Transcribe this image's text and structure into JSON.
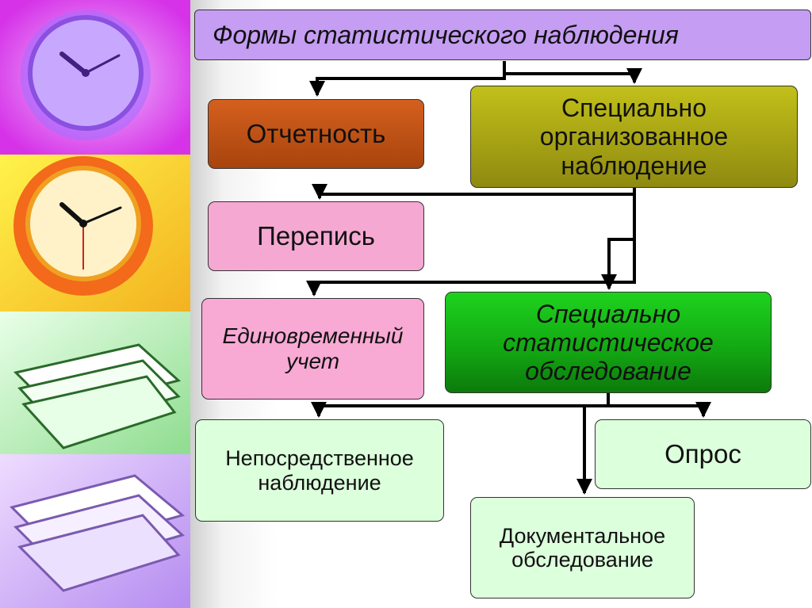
{
  "colors": {
    "title": "#c59df2",
    "reporting": "#d4601e",
    "special_org": "#c2c01a",
    "census": "#f5a8d2",
    "one_time": "#f8a9d4",
    "special_stat": "#12a512",
    "light_green": "#dcffdc",
    "connector": "#000000"
  },
  "icons": [
    "clock-purple",
    "clock-orange",
    "paper-stack-green",
    "paper-stack-violet"
  ],
  "title": "Формы статистического наблюдения",
  "nodes": {
    "reporting": "Отчетность",
    "special_org": "Специально\nорганизованное\nнаблюдение",
    "census": "Перепись",
    "one_time": "Единовременный\nучет",
    "special_stat": "Специально\nстатистическое\nобследование",
    "direct": "Непосредственное\nнаблюдение",
    "survey": "Опрос",
    "documentary": "Документальное\nобследование"
  },
  "edges": [
    [
      "title",
      "reporting"
    ],
    [
      "title",
      "special_org"
    ],
    [
      "special_org",
      "census"
    ],
    [
      "special_org",
      "one_time"
    ],
    [
      "special_org",
      "special_stat"
    ],
    [
      "special_stat",
      "direct"
    ],
    [
      "special_stat",
      "documentary"
    ],
    [
      "special_stat",
      "survey"
    ]
  ]
}
